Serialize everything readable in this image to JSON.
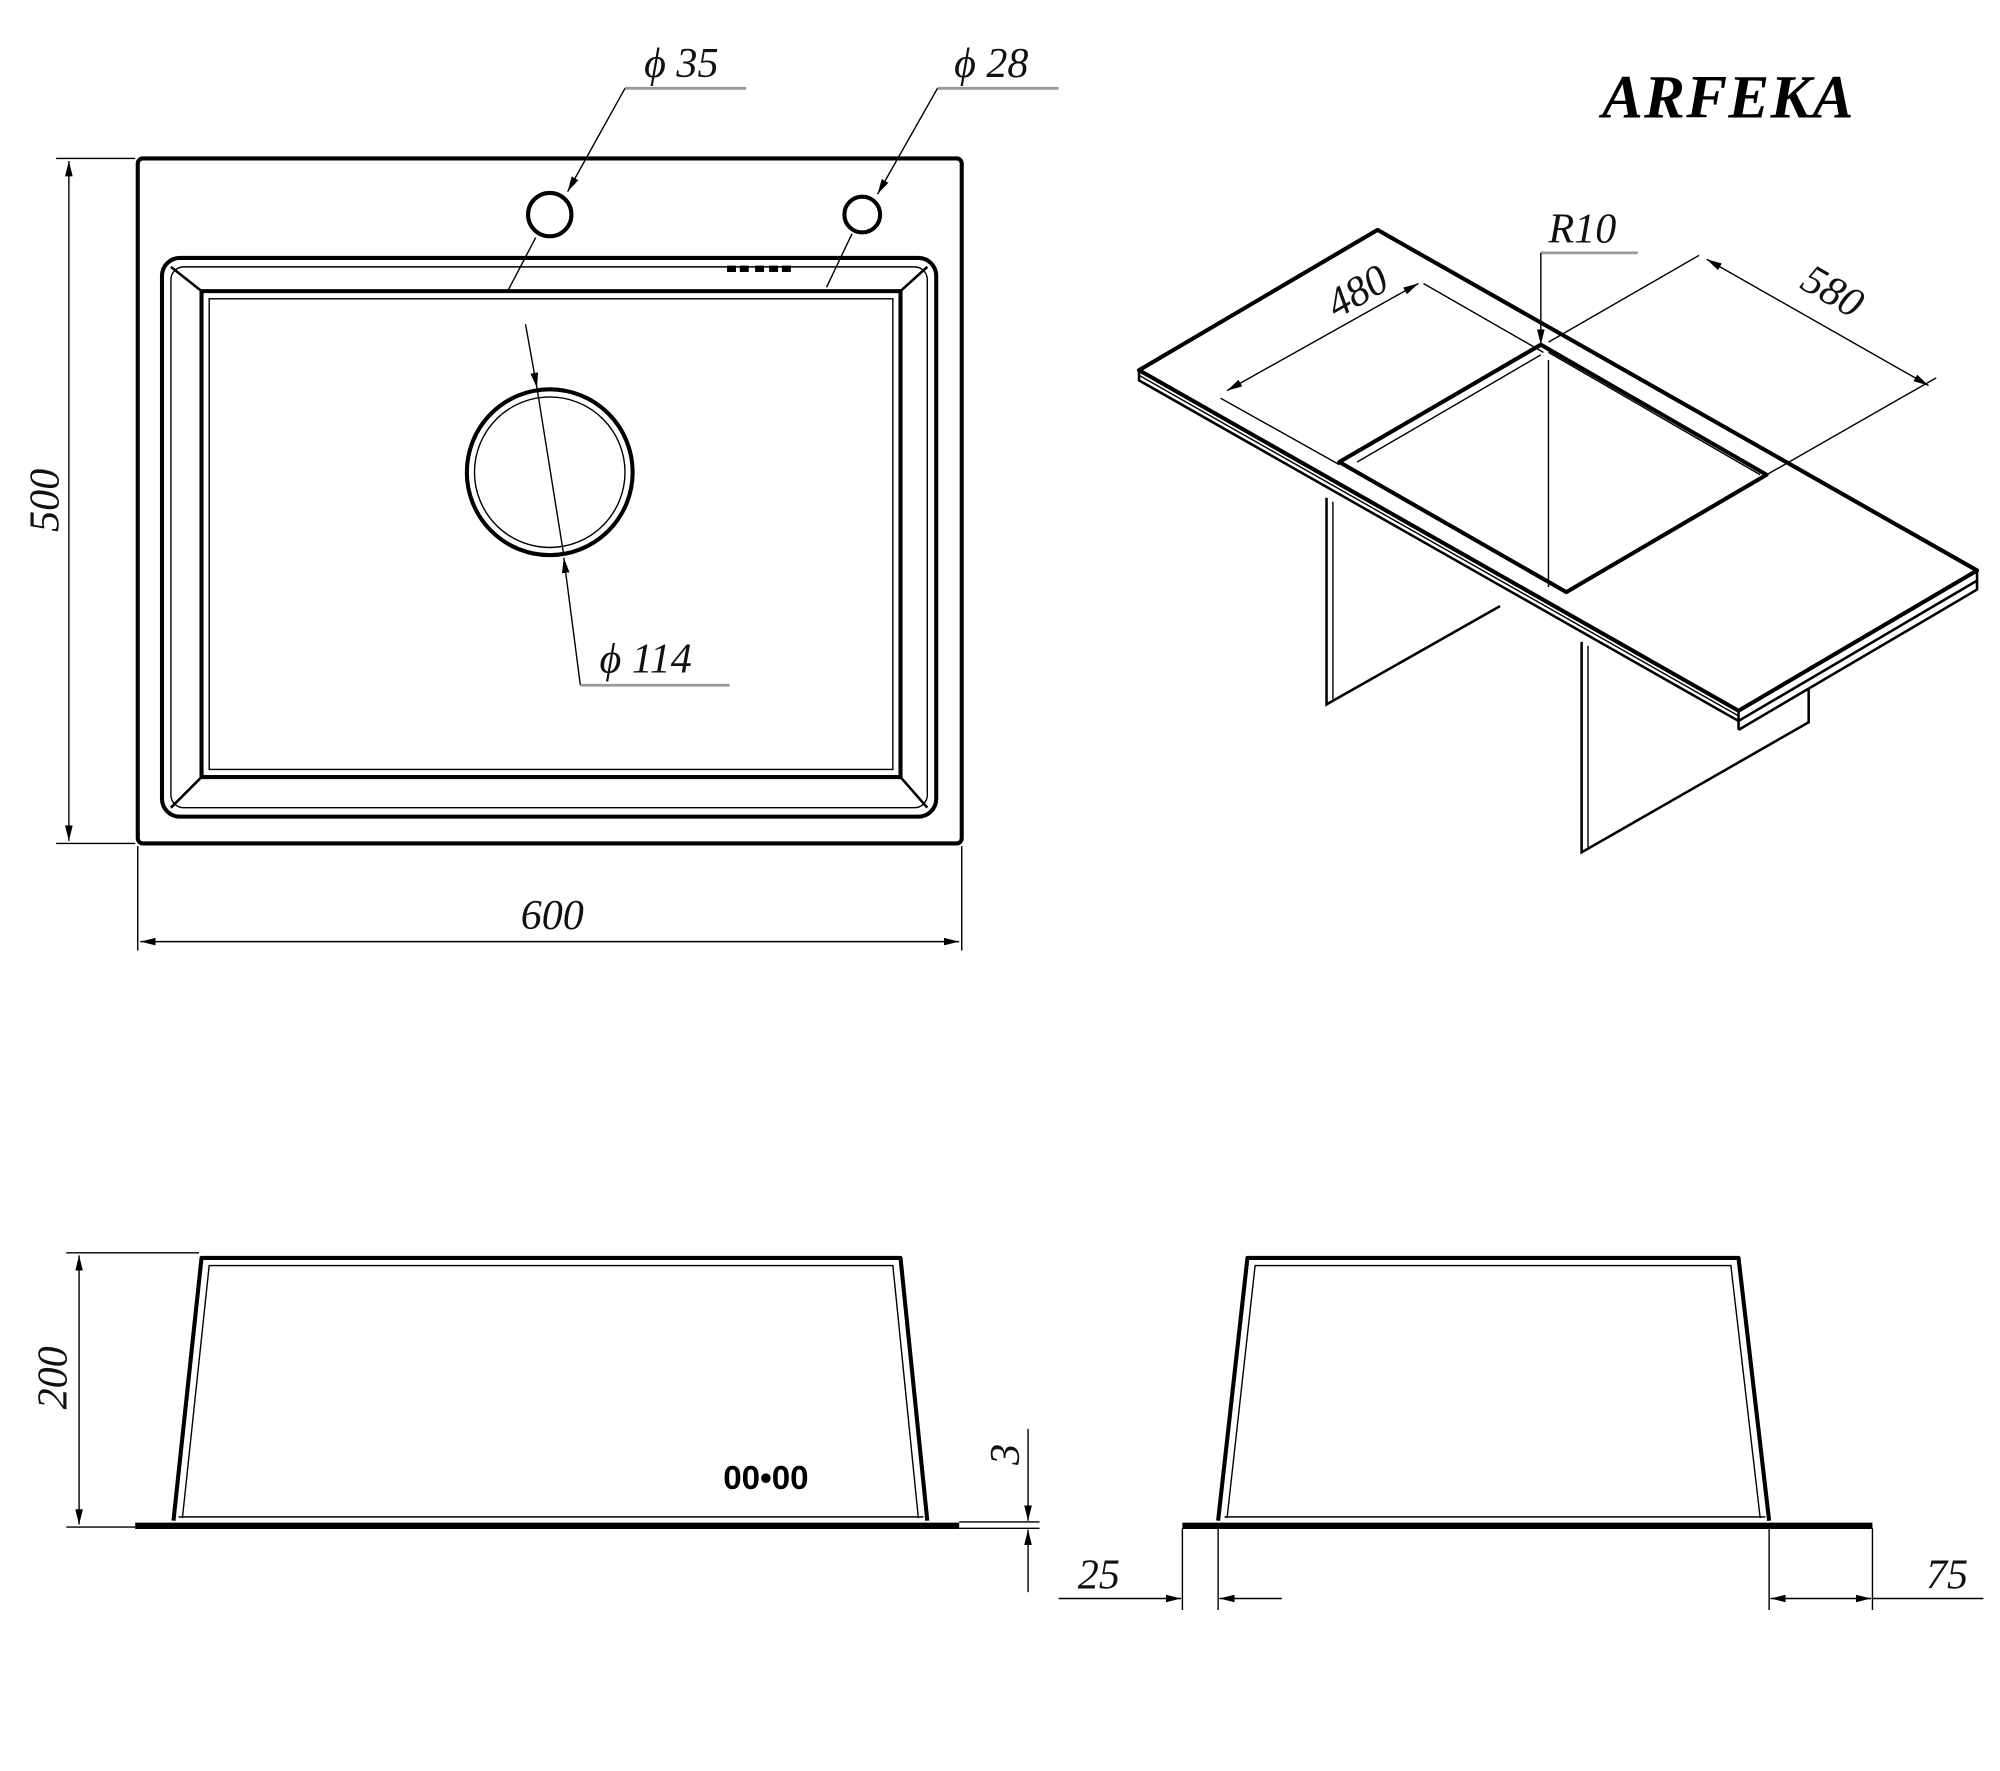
{
  "brand": {
    "name": "ARFEKA"
  },
  "top_view": {
    "faucet_hole_1": "ϕ 35",
    "faucet_hole_2": "ϕ 28",
    "drain_hole": "ϕ 114",
    "height_dim": "500",
    "width_dim": "600"
  },
  "iso_view": {
    "bowl_width_dim": "480",
    "bowl_length_dim": "580",
    "corner_radius": "R10"
  },
  "side_view": {
    "depth_dim": "200",
    "rim_thickness_dim": "3",
    "overflow_mark": "00•00"
  },
  "front_view": {
    "left_overhang_dim": "25",
    "right_overhang_dim": "75"
  },
  "colors": {
    "line": "#000000",
    "leader": "#9a9a9a",
    "background": "#ffffff"
  }
}
